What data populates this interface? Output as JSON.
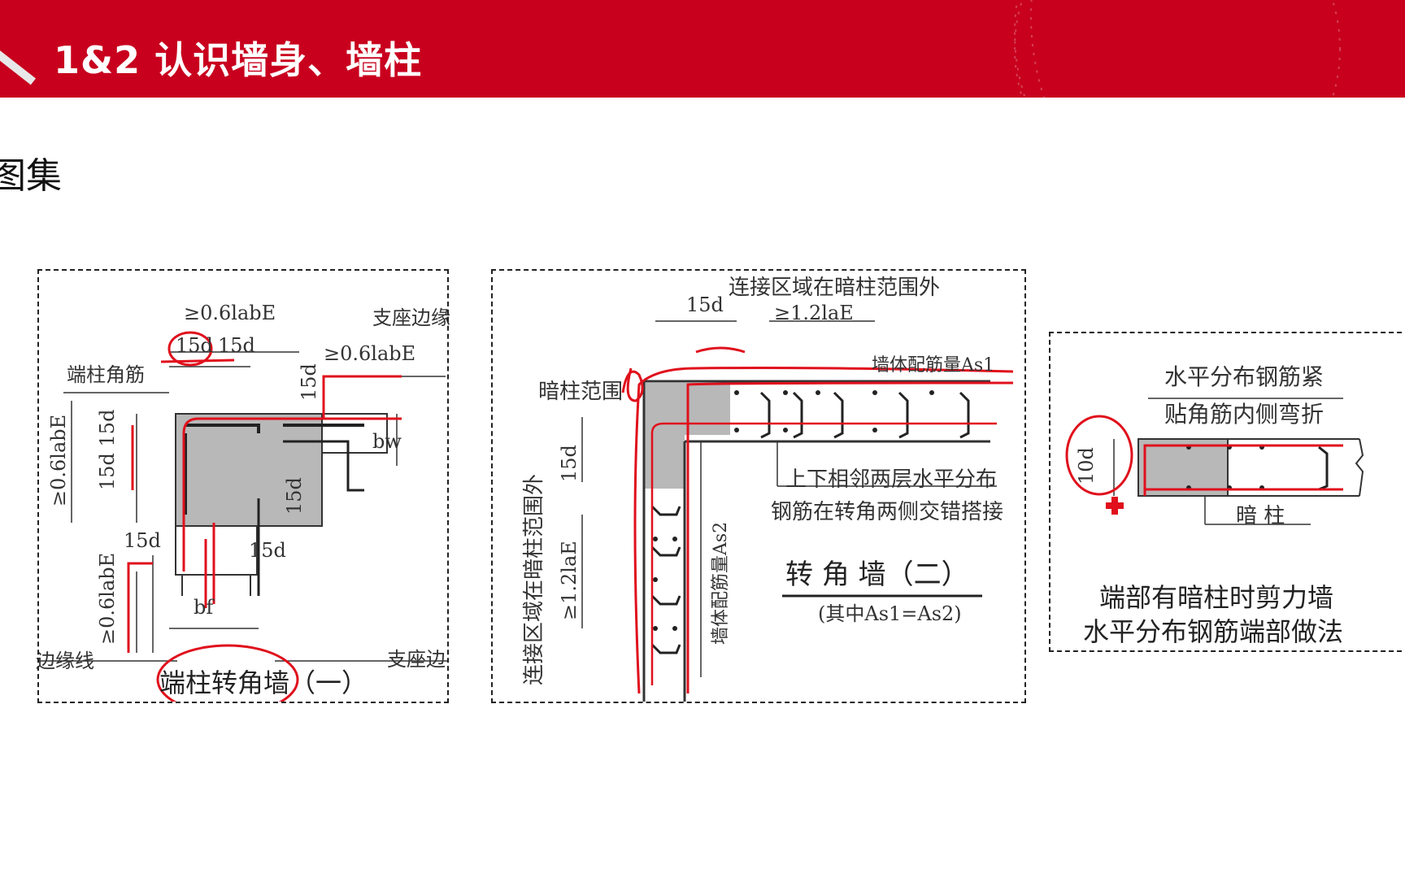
{
  "header": {
    "title": "1&2 认识墙身、墙柱"
  },
  "left_cut_text": "图集",
  "panel1": {
    "dim_top": "≥0.6labE",
    "dim_15d_a": "15d",
    "dim_15d_b": "15d",
    "support_edge_top": "支座边缘",
    "dim_right": "≥0.6labE",
    "end_col_rebar": "端柱角筋",
    "v_15d_right": "15d",
    "bw": "bw",
    "v_15d_right2": "15d",
    "v_left_dim": "≥0.6labE",
    "v_15d_stack": "15d 15d",
    "dim_15d_c": "15d",
    "dim_15d_d": "15d",
    "v_left_dim2": "≥0.6labE",
    "bf": "bf",
    "edge_line": "边缘线",
    "support_edge_bottom": "支座边",
    "caption": "端柱转角墙（一）"
  },
  "panel2": {
    "top_note": "连接区域在暗柱范围外",
    "dim_15d": "15d",
    "dim_12lae": "≥1.2laE",
    "wall_rebar_as1": "墙体配筋量As1",
    "hidden_col_range": "暗柱范围",
    "v_left_note": "连接区域在暗柱范围外",
    "v_15d": "15d",
    "v_12lae": "≥1.2laE",
    "v_wall_rebar_as2": "墙体配筋量As2",
    "note_line1": "上下相邻两层水平分布",
    "note_line2": "钢筋在转角两侧交错搭接",
    "caption": "转 角 墙（二）",
    "sub_caption": "(其中As1=As2)"
  },
  "panel3": {
    "note_line1": "水平分布钢筋紧",
    "note_line2": "贴角筋内侧弯折",
    "v_10d": "10d",
    "hidden_col": "暗 柱",
    "caption_line1": "端部有暗柱时剪力墙",
    "caption_line2": "水平分布钢筋端部做法"
  },
  "colors": {
    "brand_red": "#c8001e",
    "annotation_red": "#e0101c",
    "concrete_gray": "#b8b8b8"
  }
}
